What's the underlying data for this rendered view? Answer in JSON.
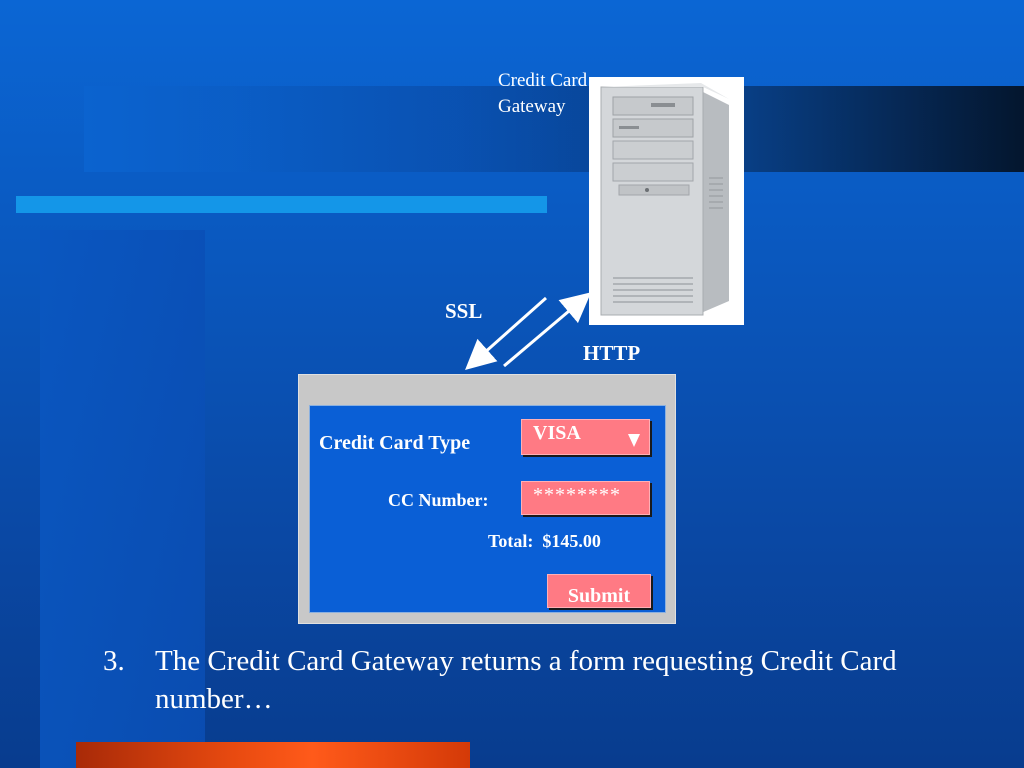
{
  "gateway": {
    "line1": "Credit Card",
    "line2": "Gateway"
  },
  "connection": {
    "ssl_label": "SSL",
    "http_label": "HTTP"
  },
  "form": {
    "card_type_label": "Credit Card Type",
    "card_type_value": "VISA",
    "cc_number_label": "CC Number:",
    "cc_number_value": "********",
    "total_label": "Total:",
    "total_value": "$145.00",
    "submit_label": "Submit"
  },
  "bullet": {
    "number": "3.",
    "text": "The Credit Card Gateway returns a form requesting Credit Card number…"
  },
  "colors": {
    "background": "#0a57bd",
    "accent_bar": "#1496e8",
    "form_field": "#ff7a84",
    "bottom_bar": "#e84a10"
  },
  "icons": {
    "server": "server-tower-icon",
    "dropdown": "triangle-down-icon",
    "arrows": "bidirectional-arrow-icon"
  }
}
